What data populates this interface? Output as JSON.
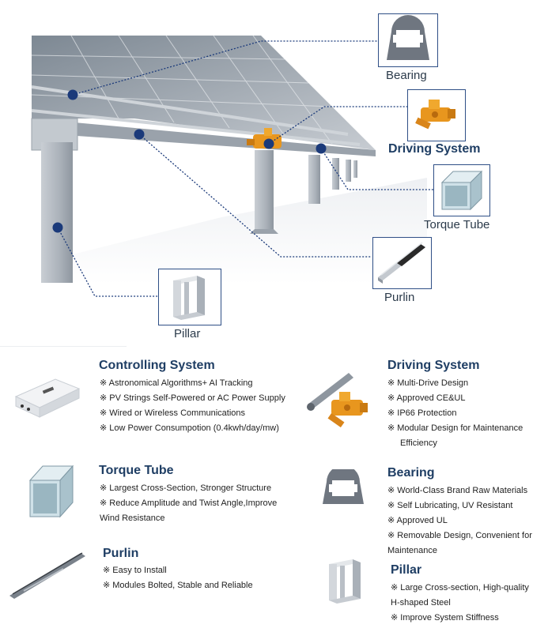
{
  "callouts": {
    "bearing": "Bearing",
    "driving": "Driving System",
    "torque": "Torque Tube",
    "purlin": "Purlin",
    "pillar": "Pillar"
  },
  "sections": {
    "controlling": {
      "title": "Controlling System",
      "items": [
        "※ Astronomical Algorithms+ AI Tracking",
        "※ PV Strings Self-Powered or AC Power Supply",
        "※ Wired or Wireless Communications",
        "※ Low Power Consumpotion (0.4kwh/day/mw)"
      ]
    },
    "driving": {
      "title": "Driving System",
      "items": [
        "※ Multi-Drive Design",
        "※ Approved CE&UL",
        "※ IP66 Protection",
        "※ Modular Design for Maintenance",
        "Efficiency"
      ]
    },
    "torque": {
      "title": "Torque Tube",
      "items": [
        "※ Largest Cross-Section, Stronger Structure",
        "※ Reduce Amplitude and Twist Angle,Improve",
        "Wind Resistance"
      ]
    },
    "bearing": {
      "title": "Bearing",
      "items": [
        "※ World-Class Brand Raw Materials",
        "※ Self Lubricating, UV Resistant",
        "※ Approved UL",
        "※ Removable Design, Convenient for",
        "Maintenance"
      ]
    },
    "purlin": {
      "title": "Purlin",
      "items": [
        "※ Easy to Install",
        "※ Modules Bolted, Stable and Reliable"
      ]
    },
    "pillar": {
      "title": "Pillar",
      "items": [
        "※ Large Cross-section, High-quality",
        "H-shaped Steel",
        "※ Improve System Stiffness"
      ]
    }
  },
  "colors": {
    "title_blue": "#1f3e64",
    "callout_dot": "#1b3a7a",
    "part_orange": "#e8961e",
    "steel": "#b9bfc6"
  }
}
